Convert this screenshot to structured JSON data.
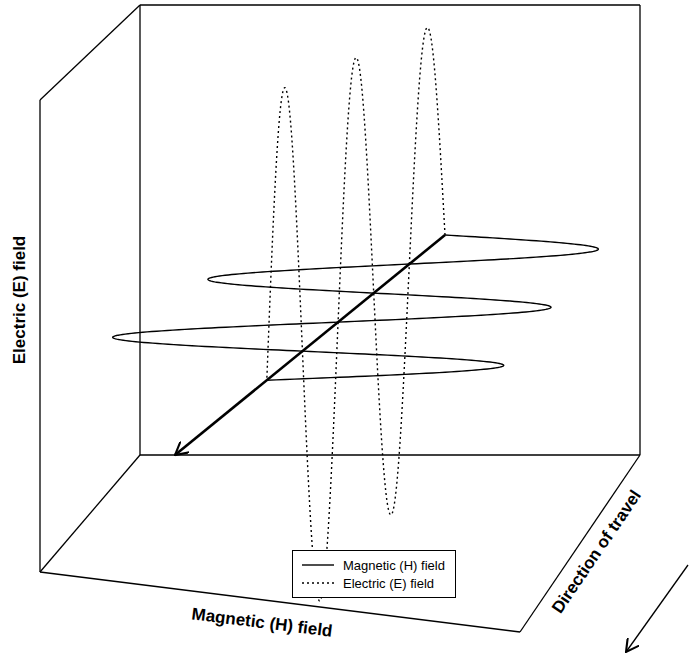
{
  "diagram": {
    "labels": [
      "Electric (E) field",
      "Magnetic (H) field",
      "Direction of travel"
    ],
    "legend": [
      {
        "text": "Magnetic (H) field"
      },
      {
        "text": "Electric (E) field"
      }
    ]
  }
}
